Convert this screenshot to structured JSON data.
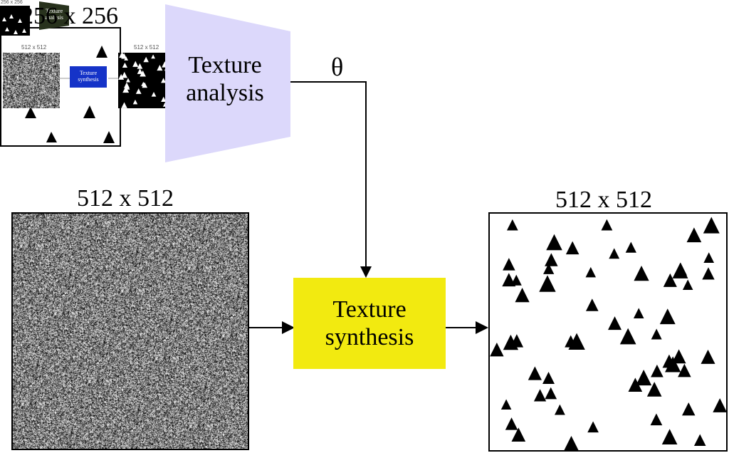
{
  "top_inset": {
    "size_label": "256 x 256",
    "mini_size_label": "256 x 256",
    "mini_analysis_label": "Texture analysis",
    "mini_noise_label": "512 x 512",
    "mini_output_label": "512 x 512",
    "mini_synthesis_label": "Texture synthesis"
  },
  "analysis": {
    "label": "Texture analysis",
    "color": "#dcd8fb"
  },
  "parameter": {
    "label": "θ"
  },
  "noise": {
    "size_label": "512 x 512"
  },
  "synthesis": {
    "label": "Texture synthesis",
    "color": "#f2ea10"
  },
  "output": {
    "size_label": "512 x 512"
  },
  "icons": [
    "triangle-shape",
    "arrow-right",
    "arrow-down"
  ]
}
